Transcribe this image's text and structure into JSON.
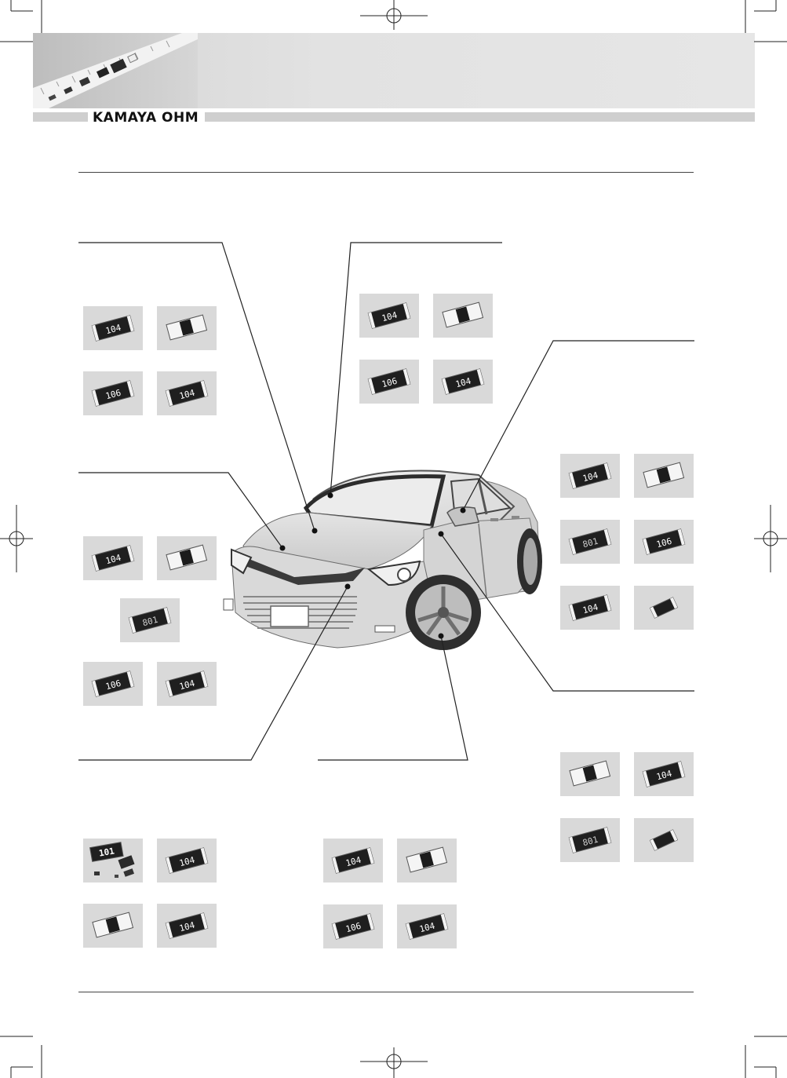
{
  "header": {
    "brand": "KAMAYA OHM"
  },
  "chip_marks": {
    "c104": "104",
    "c106": "106",
    "c801": "801",
    "c101": "101"
  }
}
